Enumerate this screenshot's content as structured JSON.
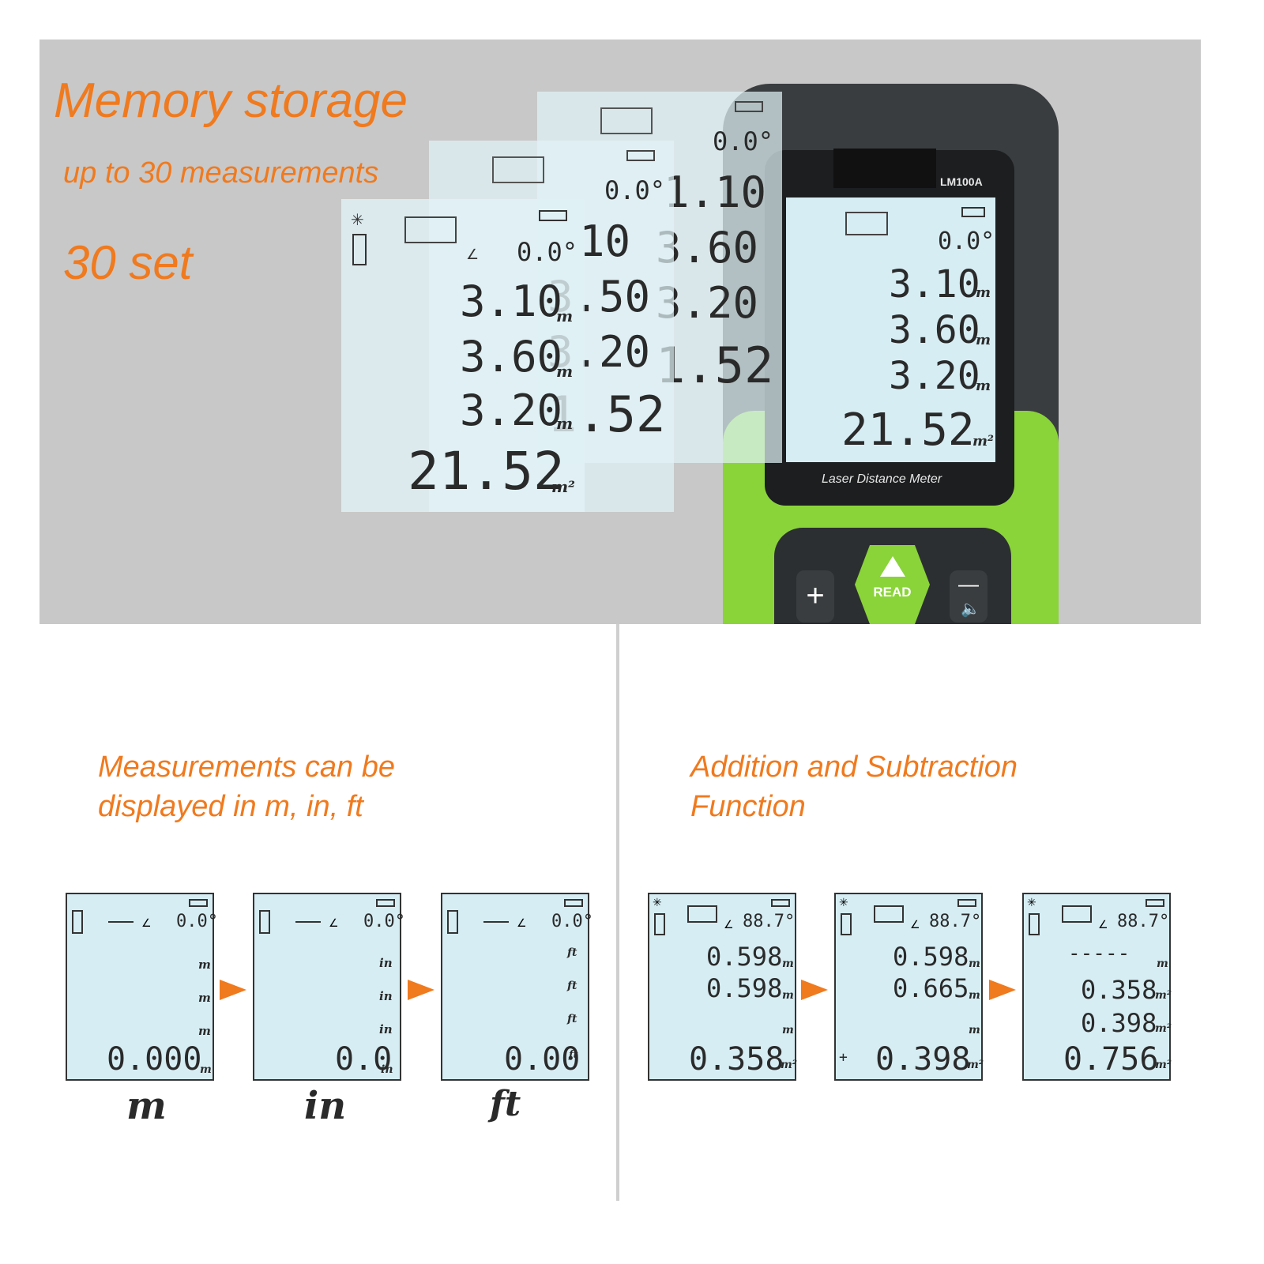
{
  "hero": {
    "title": "Memory storage",
    "subtitle": "up to 30 measurements",
    "count": "30 set",
    "model": "LM100A",
    "device_label": "Laser Distance Meter",
    "read_button": "READ",
    "plus_button": "+",
    "minus_button": "—",
    "screen": {
      "angle": "0.0°",
      "rows": [
        "3.10",
        "3.60",
        "3.20"
      ],
      "total": "21.52",
      "unit": "m",
      "area_unit": "m²"
    },
    "overlay_screens": [
      {
        "angle": "0.0°",
        "rows": [
          "3.10",
          "3.60",
          "3.20"
        ],
        "total": "21.52"
      },
      {
        "angle": "0.0°",
        "rows": [
          "10",
          "3.50",
          "3.20"
        ],
        "total": "1.52"
      },
      {
        "angle": "0.0°",
        "rows": [
          "1.10",
          "3.60",
          "3.20"
        ],
        "total": "1.52"
      }
    ]
  },
  "units_panel": {
    "heading_line1": "Measurements can be",
    "heading_line2": "displayed in m, in, ft",
    "screens": [
      {
        "angle": "0.0°",
        "unit": "m",
        "reading": "0.000",
        "caption": "m"
      },
      {
        "angle": "0.0°",
        "unit": "in",
        "reading": "0.0",
        "caption": "in"
      },
      {
        "angle": "0.0°",
        "unit": "ft",
        "reading": "0.00",
        "caption": "ft"
      }
    ]
  },
  "addsub_panel": {
    "heading_line1": "Addition and Subtraction",
    "heading_line2": "Function",
    "screens": [
      {
        "angle": "88.7°",
        "row1": "0.598",
        "row2": "0.598",
        "row3": "",
        "total": "0.358",
        "sign": ""
      },
      {
        "angle": "88.7°",
        "row1": "0.598",
        "row2": "0.665",
        "row3": "",
        "total": "0.398",
        "sign": "+"
      },
      {
        "angle": "88.7°",
        "row1": "-----",
        "row2": "0.358",
        "row3": "0.398",
        "total": "0.756",
        "sign": ""
      }
    ]
  },
  "colors": {
    "accent": "#f07a1e",
    "lcd": "#d6edf3",
    "device_green": "#8ad43a",
    "banner_bg": "#c8c8c8"
  }
}
